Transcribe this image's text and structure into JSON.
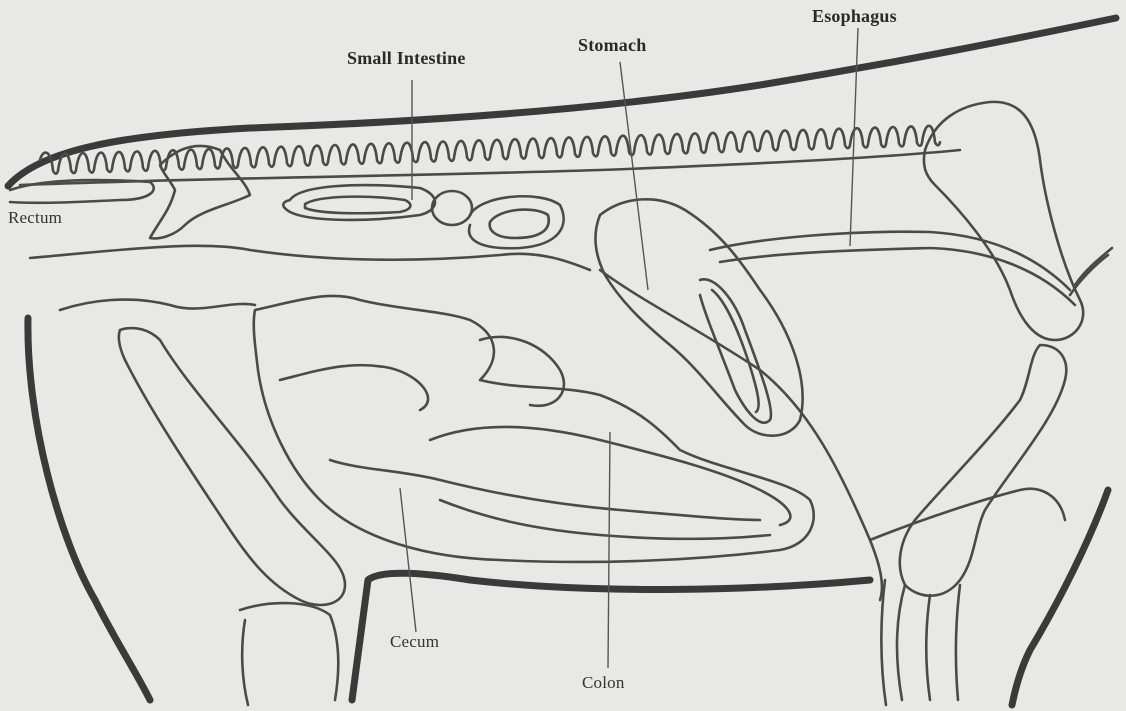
{
  "figure": {
    "labels": {
      "esophagus": "Esophagus",
      "stomach": "Stomach",
      "small_intestine": "Small Intestine",
      "rectum": "Rectum",
      "cecum": "Cecum",
      "colon": "Colon"
    }
  },
  "colors": {
    "background": "#e8e8e6",
    "ink": "#4a4a4a"
  }
}
